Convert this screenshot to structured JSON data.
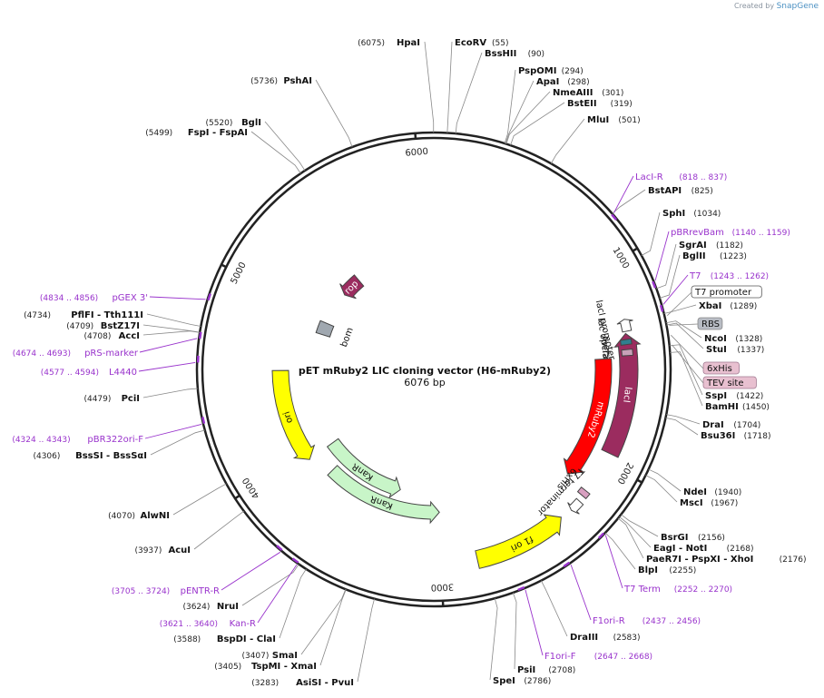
{
  "credit": {
    "prefix": "Created by",
    "brand": "SnapGene"
  },
  "center": {
    "title": "pET mRuby2 LIC cloning vector (H6-mRuby2)",
    "size": "6076 bp"
  },
  "total_bp": 6076,
  "ticks": [
    {
      "label": "1000",
      "pos": 1000
    },
    {
      "label": "2000",
      "pos": 2000
    },
    {
      "label": "3000",
      "pos": 3000
    },
    {
      "label": "4000",
      "pos": 4000
    },
    {
      "label": "5000",
      "pos": 5000
    },
    {
      "label": "6000",
      "pos": 6000
    }
  ],
  "features": [
    {
      "name": "lacI",
      "start": 1340,
      "end": 1950,
      "color": "#9b2c5f",
      "dir": "rev",
      "kind": "thick",
      "label_pos": "inside"
    },
    {
      "name": "lacI promoter",
      "start": 1270,
      "end": 1330,
      "color": "#ffffff",
      "dir": "rev",
      "kind": "small-arrow",
      "label_pos": "text"
    },
    {
      "name": "lac operator",
      "start": 1370,
      "end": 1395,
      "color": "#2f7f8f",
      "dir": "none",
      "kind": "box",
      "label_pos": "text"
    },
    {
      "name": "AviTag™",
      "start": 1420,
      "end": 1450,
      "color": "#c8a0b8",
      "dir": "none",
      "kind": "box",
      "label_pos": "text"
    },
    {
      "name": "mRuby2",
      "start": 1460,
      "end": 2160,
      "color": "#ff0000",
      "dir": "fwd",
      "kind": "thick",
      "label_pos": "inside"
    },
    {
      "name": "6xHis",
      "start": 2170,
      "end": 2200,
      "color": "#d8a0c0",
      "dir": "none",
      "kind": "box",
      "label_pos": "text"
    },
    {
      "name": "T7 terminator",
      "start": 2230,
      "end": 2290,
      "color": "#ffffff",
      "dir": "fwd",
      "kind": "small-arrow",
      "label_pos": "text"
    },
    {
      "name": "f1 ori",
      "start": 2350,
      "end": 2820,
      "color": "#ffff00",
      "dir": "rev",
      "kind": "thick",
      "label_pos": "inside"
    },
    {
      "name": "KanR",
      "start": 3000,
      "end": 3800,
      "color": "#c8f5c8",
      "dir": "rev",
      "kind": "mid",
      "label_pos": "inside"
    },
    {
      "name": "ori",
      "start": 3950,
      "end": 4550,
      "color": "#ffff00",
      "dir": "rev",
      "kind": "thick",
      "label_pos": "inside"
    },
    {
      "name": "bom",
      "start": 4850,
      "end": 4950,
      "color": "#a0a8b0",
      "dir": "none",
      "kind": "box",
      "label_pos": "text"
    },
    {
      "name": "rop",
      "start": 5230,
      "end": 5400,
      "color": "#9b2c5f",
      "dir": "rev",
      "kind": "thick",
      "label_pos": "inside"
    },
    {
      "name": "KanR",
      "start": 3300,
      "end": 3950,
      "color": "#c8f5c8",
      "dir": "rev",
      "kind": "mid2",
      "label_pos": "inside"
    }
  ],
  "right_labels": [
    {
      "name": "HpaI",
      "num": "(6075)",
      "side": "left",
      "pos": 6075
    },
    {
      "name": "EcoRV",
      "num": "(55)",
      "side": "right",
      "pos": 55
    },
    {
      "name": "BssHII",
      "num": "(90)",
      "side": "right",
      "pos": 90
    },
    {
      "name": "PspOMI",
      "num": "(294)",
      "side": "right",
      "pos": 294
    },
    {
      "name": "ApaI",
      "num": "(298)",
      "side": "right",
      "pos": 298
    },
    {
      "name": "NmeAIII",
      "num": "(301)",
      "side": "right",
      "pos": 301
    },
    {
      "name": "BstEII",
      "num": "(319)",
      "side": "right",
      "pos": 319
    },
    {
      "name": "MluI",
      "num": "(501)",
      "side": "right",
      "pos": 501
    },
    {
      "name": "BstAPI",
      "num": "(825)",
      "side": "right",
      "pos": 825
    },
    {
      "name": "SphI",
      "num": "(1034)",
      "side": "right",
      "pos": 1034
    },
    {
      "name": "SgrAI",
      "num": "(1182)",
      "side": "right",
      "pos": 1182
    },
    {
      "name": "BglII",
      "num": "(1223)",
      "side": "right",
      "pos": 1223
    },
    {
      "name": "XbaI",
      "num": "(1289)",
      "side": "right",
      "pos": 1289
    },
    {
      "name": "NcoI",
      "num": "(1328)",
      "side": "right",
      "pos": 1328
    },
    {
      "name": "StuI",
      "num": "(1337)",
      "side": "right",
      "pos": 1337
    },
    {
      "name": "SspI",
      "num": "(1422)",
      "side": "right",
      "pos": 1422
    },
    {
      "name": "BamHI",
      "num": "(1450)",
      "side": "right",
      "pos": 1450
    },
    {
      "name": "DraI",
      "num": "(1704)",
      "side": "right",
      "pos": 1704
    },
    {
      "name": "Bsu36I",
      "num": "(1718)",
      "side": "right",
      "pos": 1718
    },
    {
      "name": "NdeI",
      "num": "(1940)",
      "side": "right",
      "pos": 1940
    },
    {
      "name": "MscI",
      "num": "(1967)",
      "side": "right",
      "pos": 1967
    },
    {
      "name": "BsrGI",
      "num": "(2156)",
      "side": "right",
      "pos": 2156
    },
    {
      "name": "EagI - NotI",
      "num": "(2168)",
      "side": "right",
      "pos": 2168
    },
    {
      "name": "PaeR7I - PspXI - XhoI",
      "num": "(2176)",
      "side": "right",
      "pos": 2176
    },
    {
      "name": "BlpI",
      "num": "(2255)",
      "side": "right",
      "pos": 2255
    },
    {
      "name": "DraIII",
      "num": "(2583)",
      "side": "right",
      "pos": 2583
    },
    {
      "name": "PsiI",
      "num": "(2708)",
      "side": "right",
      "pos": 2708
    },
    {
      "name": "SpeI",
      "num": "(2786)",
      "side": "right",
      "pos": 2786
    }
  ],
  "left_labels": [
    {
      "name": "PshAI",
      "num": "(5736)",
      "pos": 5736
    },
    {
      "name": "BglI",
      "num": "(5520)",
      "pos": 5520
    },
    {
      "name": "FspI - FspAI",
      "num": "(5499)",
      "pos": 5499
    },
    {
      "name": "PflFI - Tth111I",
      "num": "(4734)",
      "pos": 4734
    },
    {
      "name": "BstZ17I",
      "num": "(4709)",
      "pos": 4709
    },
    {
      "name": "AccI",
      "num": "(4708)",
      "pos": 4708
    },
    {
      "name": "PciI",
      "num": "(4479)",
      "pos": 4479
    },
    {
      "name": "BssSI - BssSαI",
      "num": "(4306)",
      "pos": 4306
    },
    {
      "name": "AlwNI",
      "num": "(4070)",
      "pos": 4070
    },
    {
      "name": "AcuI",
      "num": "(3937)",
      "pos": 3937
    },
    {
      "name": "NruI",
      "num": "(3624)",
      "pos": 3624
    },
    {
      "name": "BspDI - ClaI",
      "num": "(3588)",
      "pos": 3588
    },
    {
      "name": "SmaI",
      "num": "(3407)",
      "pos": 3407
    },
    {
      "name": "TspMI - XmaI",
      "num": "(3405)",
      "pos": 3405
    },
    {
      "name": "AsiSI - PvuI",
      "num": "(3283)",
      "pos": 3283
    }
  ],
  "primers": [
    {
      "name": "LacI-R",
      "range": "(818 .. 837)",
      "pos": 827
    },
    {
      "name": "pBRrevBam",
      "range": "(1140 .. 1159)",
      "pos": 1150
    },
    {
      "name": "T7",
      "range": "(1243 .. 1262)",
      "pos": 1252
    },
    {
      "name": "T7 Term",
      "range": "(2252 .. 2270)",
      "pos": 2261
    },
    {
      "name": "F1ori-R",
      "range": "(2437 .. 2456)",
      "pos": 2446
    },
    {
      "name": "F1ori-F",
      "range": "(2647 .. 2668)",
      "pos": 2657
    },
    {
      "name": "pENTR-R",
      "range": "(3705 .. 3724)",
      "pos": 3714
    },
    {
      "name": "Kan-R",
      "range": "(3621 .. 3640)",
      "pos": 3630
    },
    {
      "name": "pBR322ori-F",
      "range": "(4324 .. 4343)",
      "pos": 4333
    },
    {
      "name": "L4440",
      "range": "(4577 .. 4594)",
      "pos": 4585
    },
    {
      "name": "pRS-marker",
      "range": "(4674 .. 4693)",
      "pos": 4683
    },
    {
      "name": "pGEX 3'",
      "range": "(4834 .. 4856)",
      "pos": 4845
    }
  ],
  "boxed_labels": [
    {
      "name": "T7 promoter",
      "fill": "#ffffff",
      "stroke": "#555555"
    },
    {
      "name": "RBS",
      "fill": "#b8bcc4",
      "stroke": "#888888"
    },
    {
      "name": "6xHis",
      "fill": "#e8c0d0",
      "stroke": "#a07890"
    },
    {
      "name": "TEV site",
      "fill": "#e8c0d0",
      "stroke": "#a07890"
    }
  ],
  "colors": {
    "primer": "#9933cc",
    "ring": "#222222",
    "leader": "#888888"
  }
}
